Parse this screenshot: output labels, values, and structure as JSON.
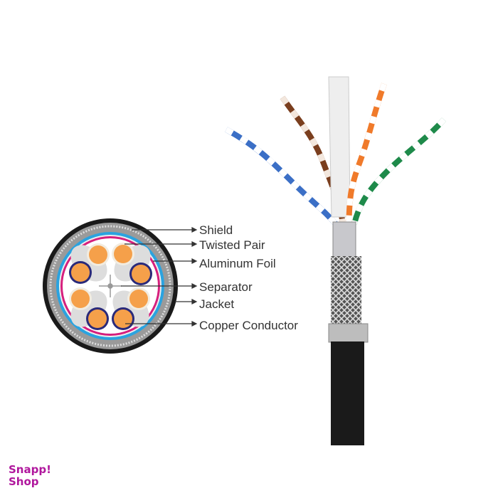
{
  "labels": [
    "Shield",
    "Twisted Pair",
    "Aluminum Foil",
    "Separator",
    "Jacket",
    "Copper Conductor"
  ],
  "logo": {
    "line1": "Snapp!",
    "line2": "Shop",
    "color": "#b0179d"
  },
  "colors": {
    "jacket": "#1a1a1a",
    "copper": "#f5a04a",
    "pair_ring": "#2a2a7a",
    "foil_blue": "#2aa3e0",
    "foil_pink": "#d61f7d",
    "wire_blue": "#3b6fc6",
    "wire_brown": "#7a3e1e",
    "wire_orange": "#f07a2a",
    "wire_green": "#1e8a4a"
  }
}
